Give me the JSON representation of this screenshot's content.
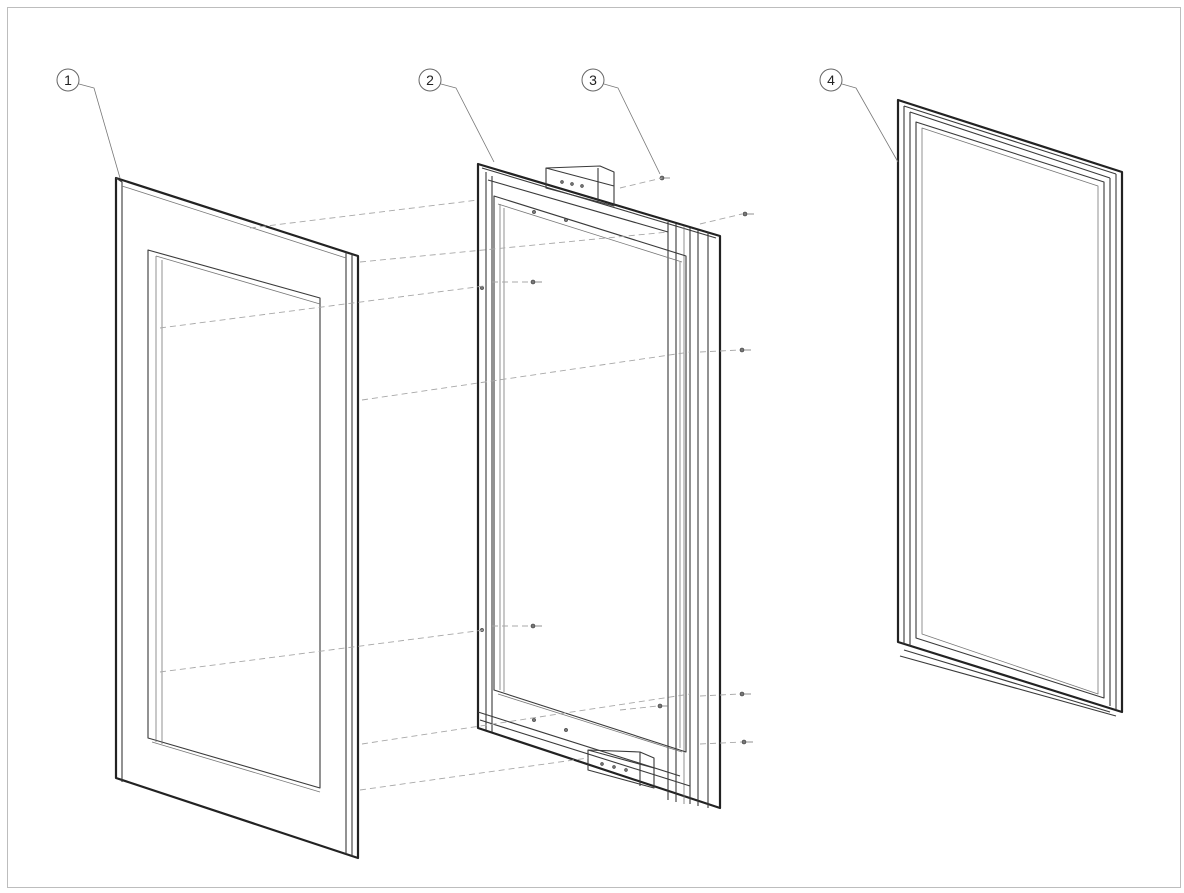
{
  "callouts": [
    {
      "id": "1",
      "label": "1"
    },
    {
      "id": "2",
      "label": "2"
    },
    {
      "id": "3",
      "label": "3"
    },
    {
      "id": "4",
      "label": "4"
    }
  ],
  "colors": {
    "line": "#3a3a3a",
    "light_line": "#777777",
    "dash_line": "#a8a8a8",
    "frame_border": "#bdbdbd"
  }
}
